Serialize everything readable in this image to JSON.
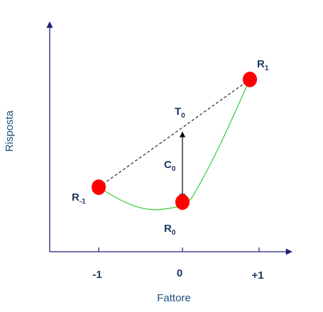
{
  "axes": {
    "x_title": "Fattore",
    "y_title": "Risposta",
    "ticks": [
      "-1",
      "0",
      "+1"
    ],
    "color": "#1f1f7a"
  },
  "points": {
    "r_minus": {
      "main": "R",
      "sub": "-1"
    },
    "r_zero": {
      "main": "R",
      "sub": "0"
    },
    "r_one": {
      "main": "R",
      "sub": "1"
    },
    "t_zero": {
      "main": "T",
      "sub": "0"
    },
    "c_zero": {
      "main": "C",
      "sub": "0"
    }
  },
  "colors": {
    "point_fill": "#ff0000",
    "curve": "#33cc33",
    "dashed_line": "#000000",
    "arrow": "#000000",
    "label_text": "#1f3864"
  }
}
